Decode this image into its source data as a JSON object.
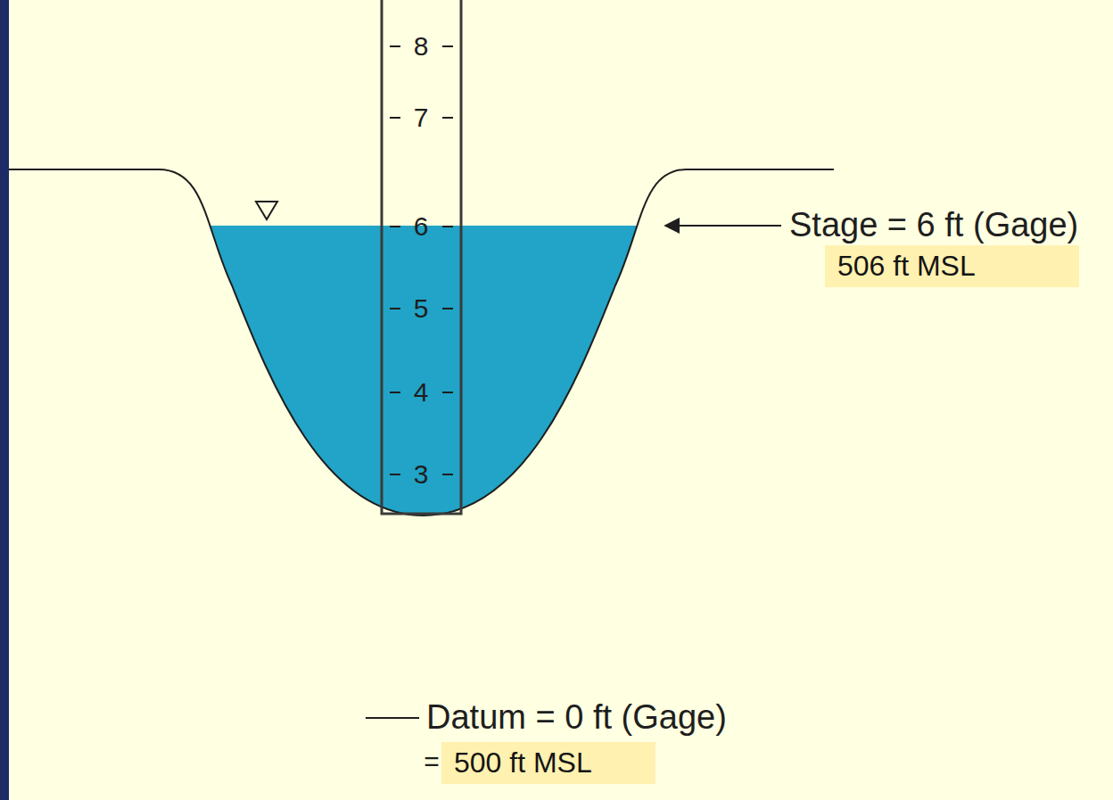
{
  "diagram": {
    "nodes": [
      {
        "text": [
          "506 ft MSL"
        ]
      },
      {
        "text": [
          "500 ft MSL"
        ]
      }
    ],
    "labels": [
      "8",
      "7",
      "6",
      "5",
      "4",
      "3",
      "Stage = 6 ft (Gage)",
      "Datum = 0 ft (Gage)",
      "="
    ]
  }
}
